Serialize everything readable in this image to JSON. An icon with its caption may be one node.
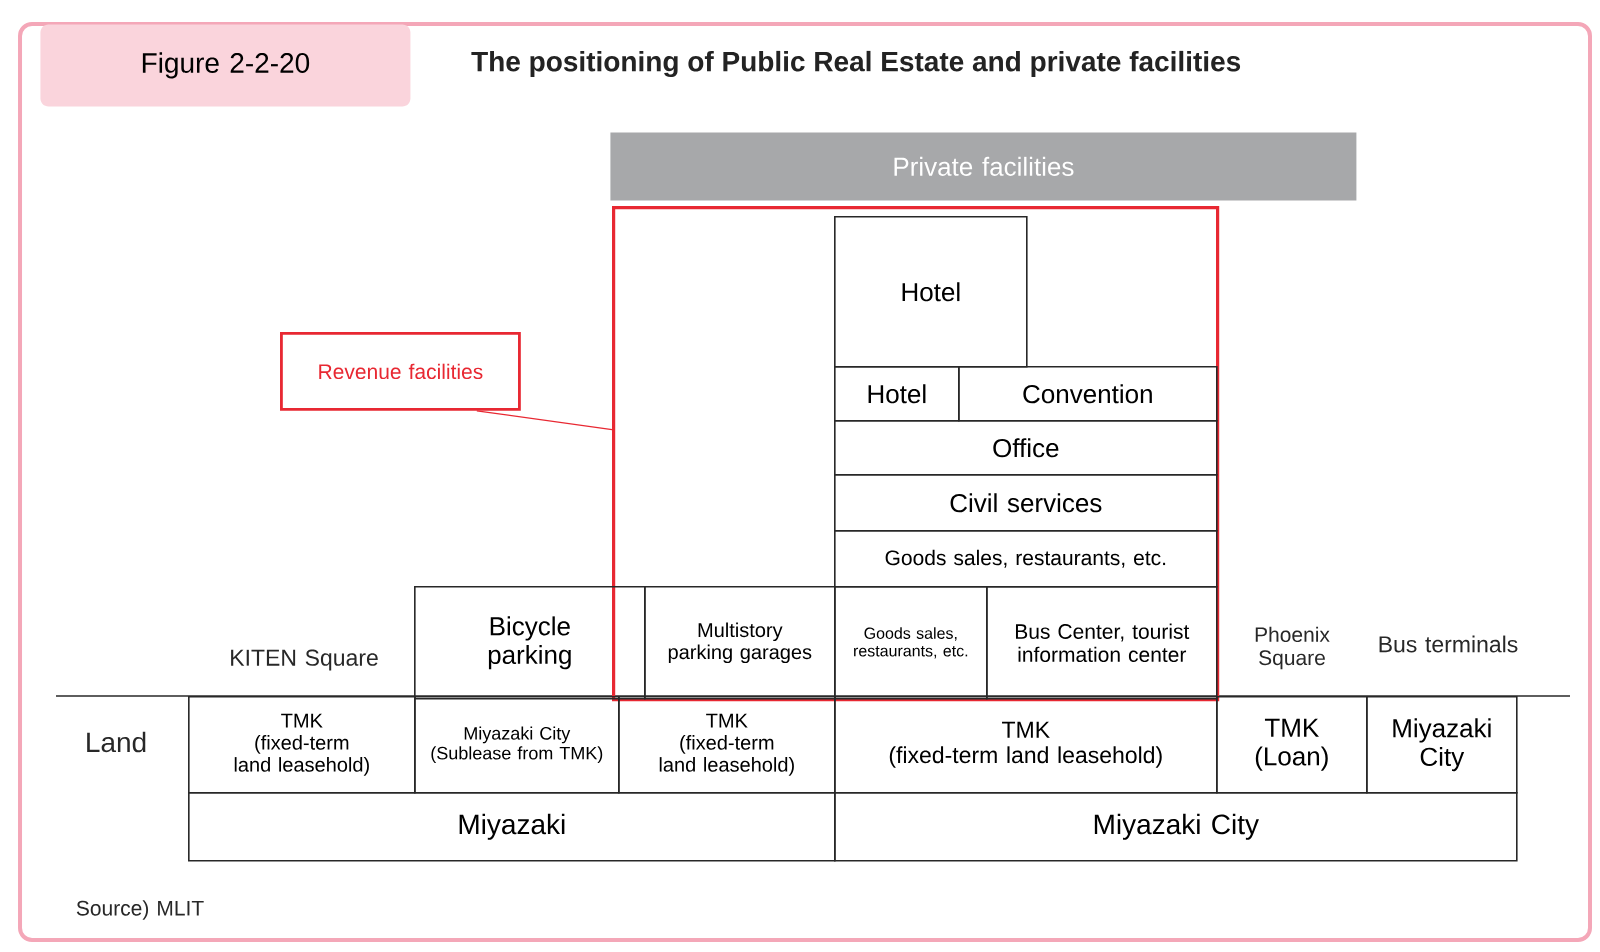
{
  "diagram": {
    "title": "The positioning of Public Real Estate and private facilities",
    "nodes": [
      {
        "text": [
          "Figure 2-2-20"
        ]
      },
      {
        "text": [
          "Private facilities"
        ]
      },
      {
        "text": [
          "Revenue facilities"
        ]
      },
      {
        "text": [],
        "shape": "box"
      },
      {
        "text": [
          "Hotel"
        ],
        "in": 3
      },
      {
        "text": [
          "Hotel"
        ],
        "in": 3
      },
      {
        "text": [
          "Convention"
        ],
        "in": 3
      },
      {
        "text": [
          "Office"
        ],
        "in": 3
      },
      {
        "text": [
          "Civil services"
        ],
        "in": 3
      },
      {
        "text": [
          "Goods sales, restaurants, etc."
        ],
        "in": 3
      },
      {
        "text": [
          "Bicycle parking"
        ]
      },
      {
        "text": [
          "Multistory parking garages"
        ],
        "in": 3
      },
      {
        "text": [
          "Goods sales, restaurants, etc."
        ],
        "in": 3
      },
      {
        "text": [
          "Bus Center, tourist information center"
        ],
        "in": 3
      },
      {
        "text": [
          "TMK",
          "(fixed-term land leasehold)"
        ]
      },
      {
        "text": [
          "Miyazaki City",
          "(Sublease from TMK)"
        ]
      },
      {
        "text": [
          "TMK",
          "(fixed-term land leasehold)"
        ]
      },
      {
        "text": [
          "TMK",
          "(fixed-term land leasehold)"
        ]
      },
      {
        "text": [
          "TMK",
          "(Loan)"
        ]
      },
      {
        "text": [
          "Miyazaki City"
        ]
      },
      {
        "text": [
          "Miyazaki"
        ]
      },
      {
        "text": [
          "Miyazaki City"
        ]
      }
    ],
    "edges": [
      {
        "from": 2,
        "to": 3,
        "arrow": "none"
      }
    ],
    "labels": [
      "KITEN Square",
      "Phoenix Square",
      "Bus terminals",
      "Land",
      "Source) MLIT"
    ]
  }
}
